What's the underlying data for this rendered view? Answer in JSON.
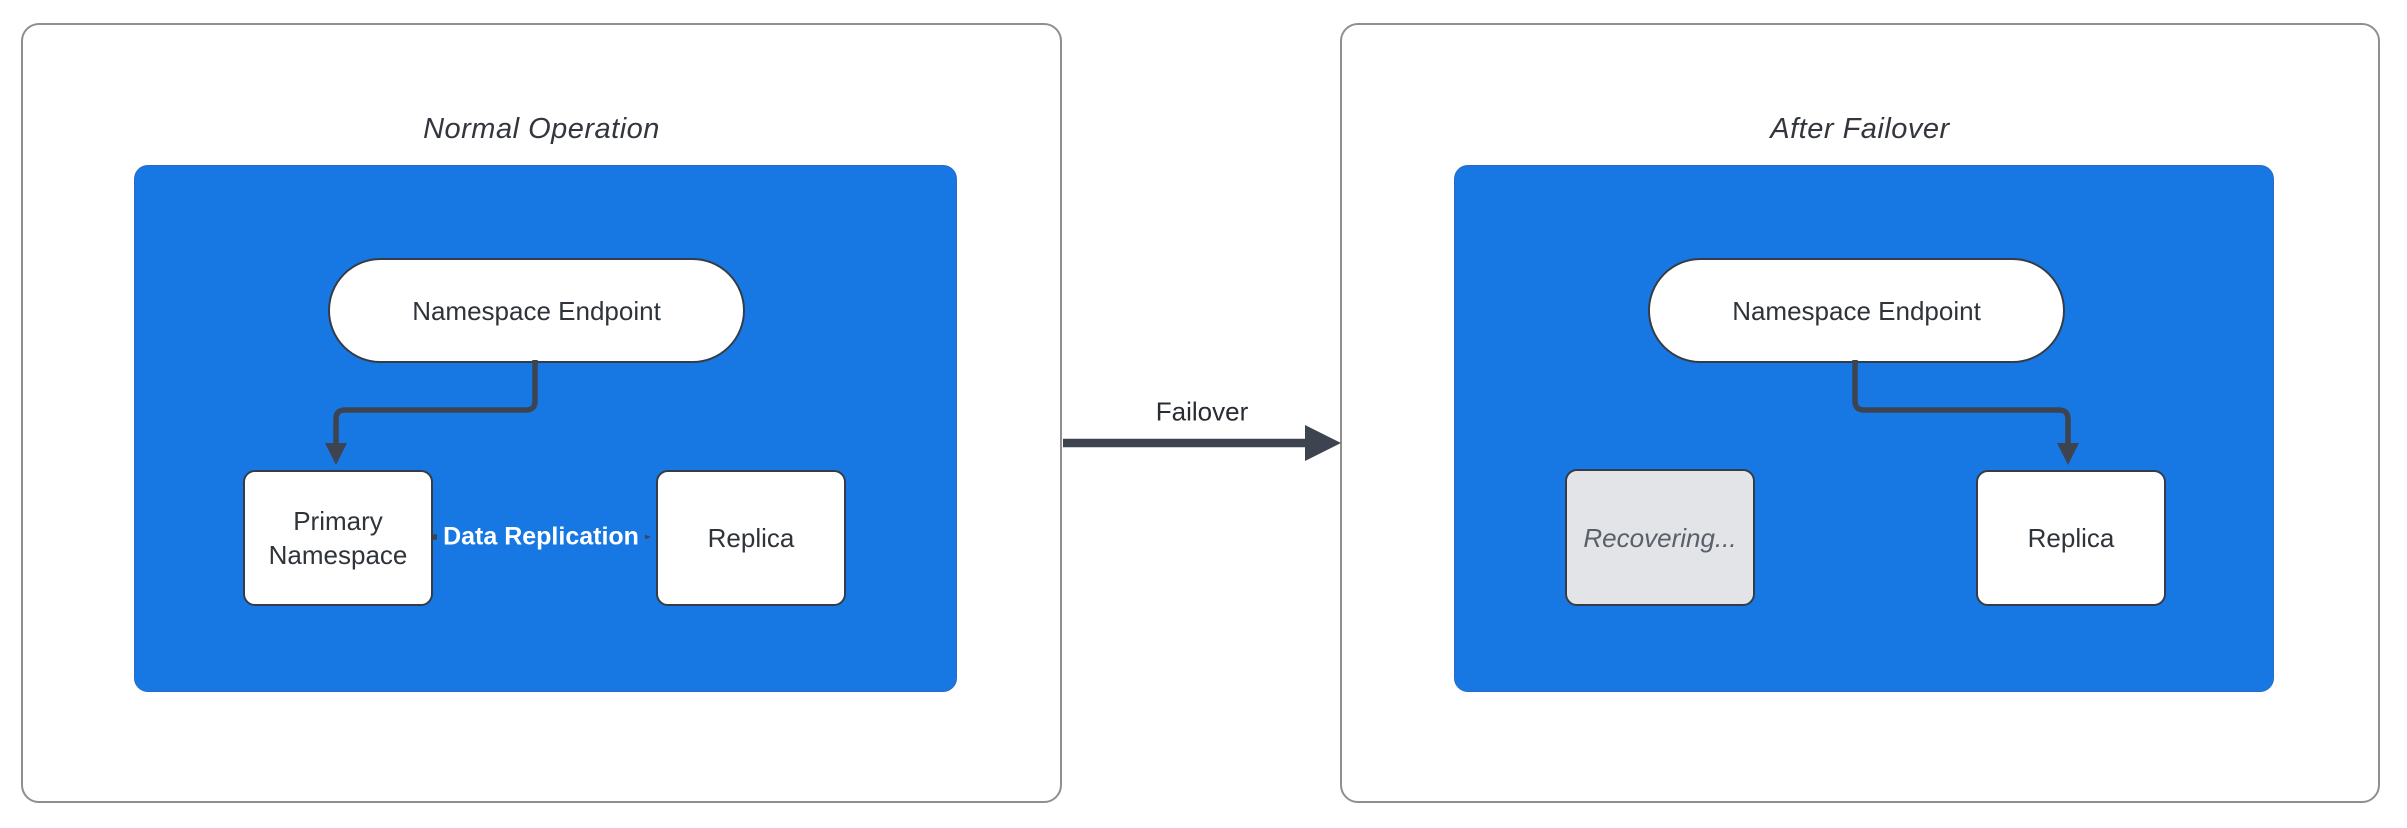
{
  "diagram": {
    "left_panel": {
      "title": "Normal Operation",
      "cluster": {
        "endpoint_label": "Namespace Endpoint",
        "primary_label": "Primary Namespace",
        "replica_label": "Replica",
        "replication_edge_label": "Data Replication"
      }
    },
    "right_panel": {
      "title": "After Failover",
      "cluster": {
        "endpoint_label": "Namespace Endpoint",
        "recovering_label": "Recovering...",
        "replica_label": "Replica"
      }
    },
    "transition": {
      "label": "Failover"
    }
  },
  "colors": {
    "cluster_fill": "#1778e4",
    "node_fill": "#ffffff",
    "node_border": "#363c46",
    "node_text": "#2f343a",
    "arrow": "#3d4450",
    "disabled_fill": "#e3e4e7",
    "disabled_text": "#5a6069",
    "panel_border": "#8f8f8f",
    "title_text": "#33373d",
    "edge_label_text": "#ffffff"
  }
}
